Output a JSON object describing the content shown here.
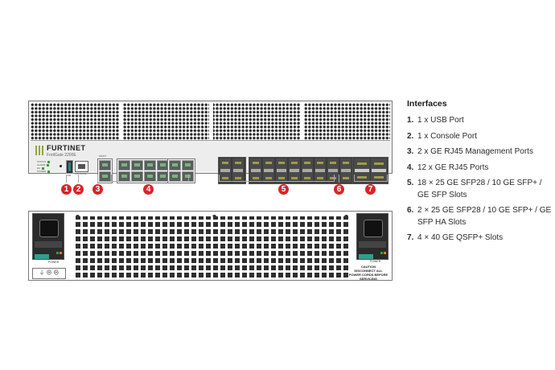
{
  "device": {
    "brand": "FURTINET",
    "model": "FortiGate 2200E",
    "front_labels": {
      "usb": "USB",
      "console": "CONSOLE",
      "mgmt": "MGMT",
      "leds": [
        "STATUS",
        "ALARM",
        "HA",
        "POWER"
      ]
    },
    "rear_labels": {
      "power": "POWER",
      "caution_title": "CAUTION",
      "caution_text": "DISCONNECT ALL POWER CORDS BEFORE SERVICING"
    },
    "badge_color": "#d8242a",
    "callouts": [
      "1",
      "2",
      "3",
      "4",
      "5",
      "6",
      "7"
    ]
  },
  "interfaces": {
    "title": "Interfaces",
    "items": [
      {
        "num": "1.",
        "text": "1 x USB Port"
      },
      {
        "num": "2.",
        "text": "1 x Console Port"
      },
      {
        "num": "3.",
        "text": "2 x GE RJ45 Management Ports"
      },
      {
        "num": "4.",
        "text": "12 x GE RJ45 Ports"
      },
      {
        "num": "5.",
        "text": "18 × 25 GE SFP28 / 10 GE SFP+ / GE SFP Slots"
      },
      {
        "num": "6.",
        "text": "2 × 25 GE SFP28 / 10 GE SFP+ / GE SFP HA Slots"
      },
      {
        "num": "7.",
        "text": "4 × 40 GE QSFP+ Slots"
      }
    ]
  }
}
